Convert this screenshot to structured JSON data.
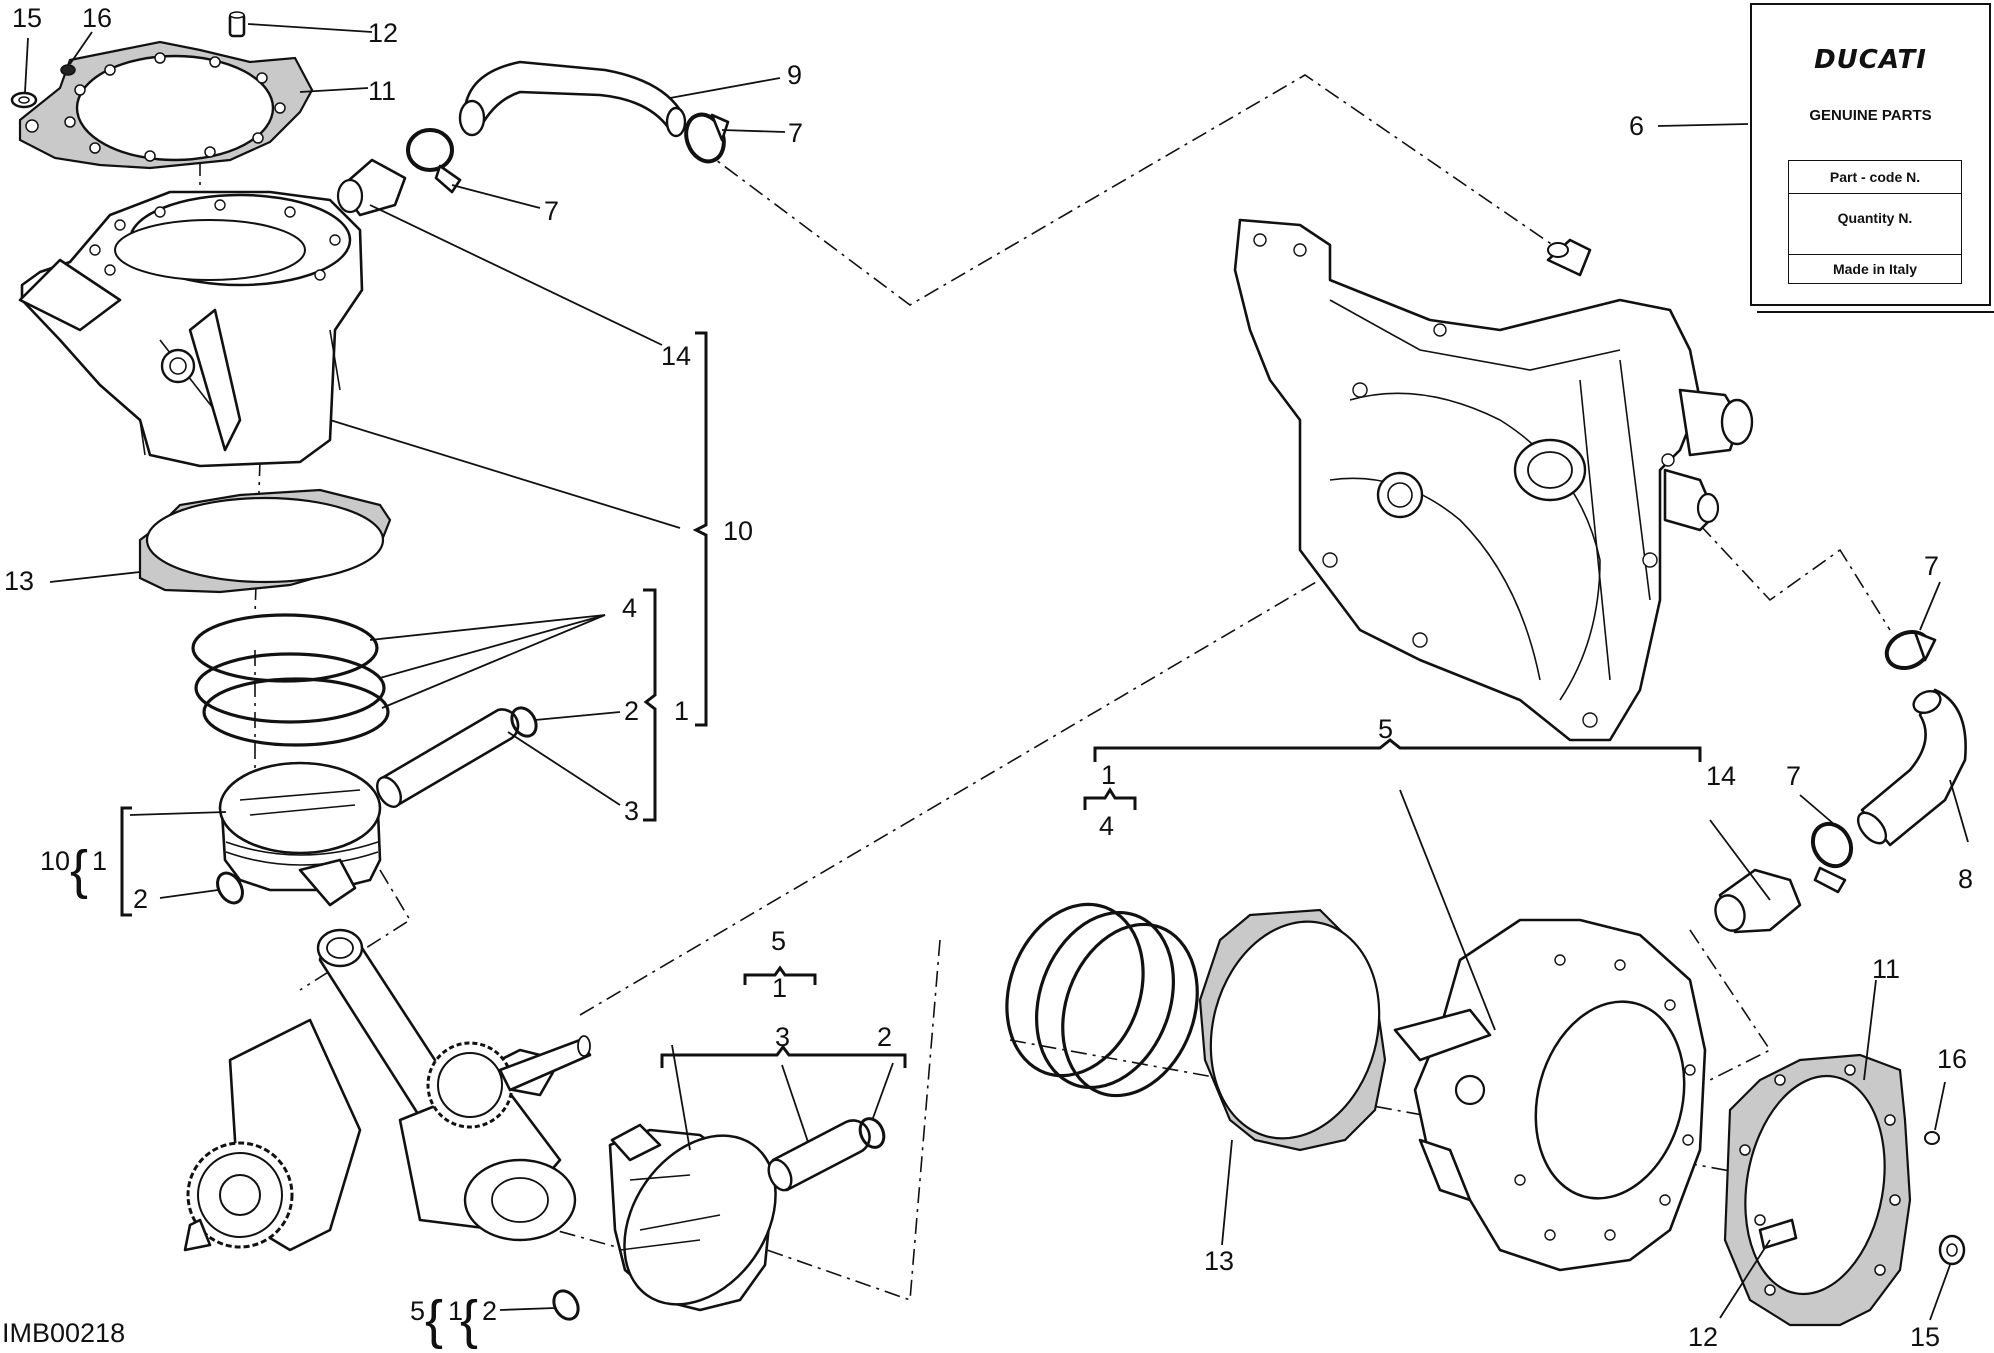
{
  "diagram_code": "IMB00218",
  "tag": {
    "brand": "DUCATI",
    "genuine": "GENUINE PARTS",
    "rows": [
      "Part - code N.",
      "Quantity N.",
      "Made in Italy"
    ]
  },
  "callouts": [
    {
      "id": "c15a",
      "text": "15"
    },
    {
      "id": "c16a",
      "text": "16"
    },
    {
      "id": "c12a",
      "text": "12"
    },
    {
      "id": "c11a",
      "text": "11"
    },
    {
      "id": "c9",
      "text": "9"
    },
    {
      "id": "c7a",
      "text": "7"
    },
    {
      "id": "c7b",
      "text": "7"
    },
    {
      "id": "c14a",
      "text": "14"
    },
    {
      "id": "c10a",
      "text": "10"
    },
    {
      "id": "c13a",
      "text": "13"
    },
    {
      "id": "c4a",
      "text": "4"
    },
    {
      "id": "c2a",
      "text": "2"
    },
    {
      "id": "c1a",
      "text": "1"
    },
    {
      "id": "c3a",
      "text": "3"
    },
    {
      "id": "c10b",
      "text": "10"
    },
    {
      "id": "c1b",
      "text": "1"
    },
    {
      "id": "c2b",
      "text": "2"
    },
    {
      "id": "c6",
      "text": "6"
    },
    {
      "id": "c7c",
      "text": "7"
    },
    {
      "id": "c5a",
      "text": "5"
    },
    {
      "id": "c1c",
      "text": "1"
    },
    {
      "id": "c4b",
      "text": "4"
    },
    {
      "id": "c14b",
      "text": "14"
    },
    {
      "id": "c7d",
      "text": "7"
    },
    {
      "id": "c8",
      "text": "8"
    },
    {
      "id": "c5b",
      "text": "5"
    },
    {
      "id": "c1d",
      "text": "1"
    },
    {
      "id": "c3b",
      "text": "3"
    },
    {
      "id": "c2c",
      "text": "2"
    },
    {
      "id": "c11b",
      "text": "11"
    },
    {
      "id": "c16b",
      "text": "16"
    },
    {
      "id": "c13b",
      "text": "13"
    },
    {
      "id": "c5c",
      "text": "5"
    },
    {
      "id": "c1e",
      "text": "1"
    },
    {
      "id": "c2d",
      "text": "2"
    },
    {
      "id": "c12b",
      "text": "12"
    },
    {
      "id": "c15b",
      "text": "15"
    }
  ]
}
